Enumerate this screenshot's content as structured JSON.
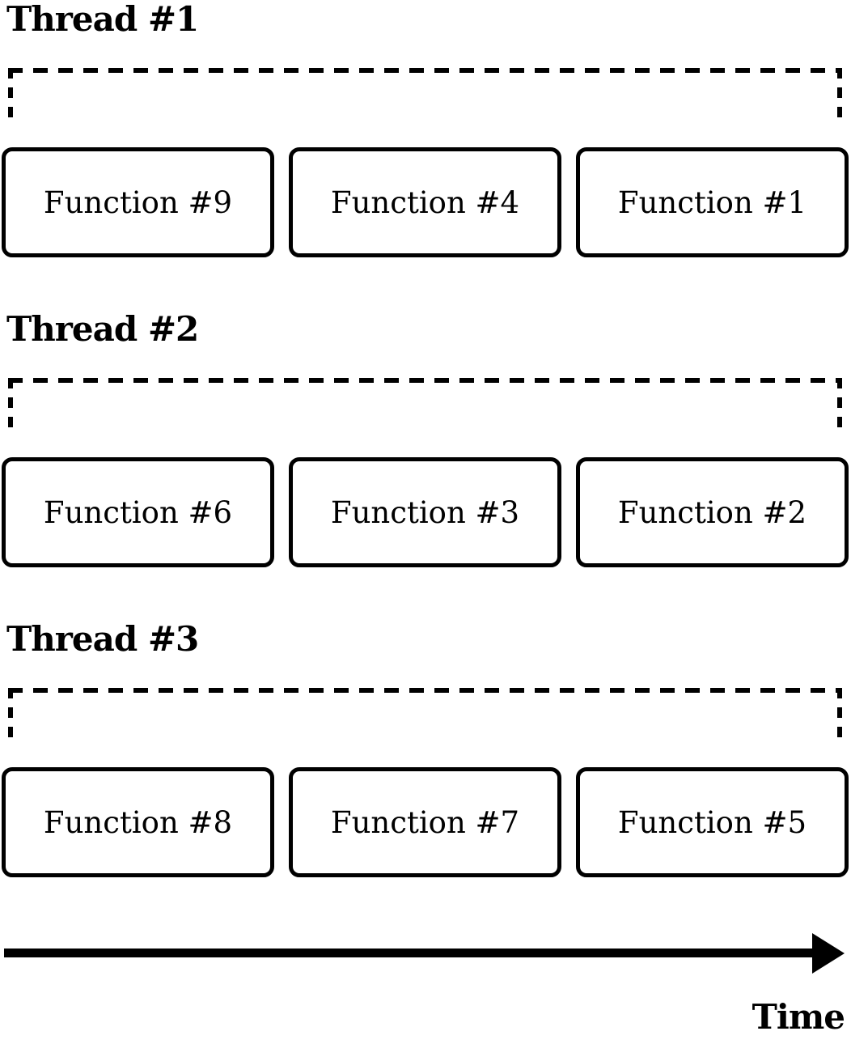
{
  "diagram": {
    "threads": [
      {
        "label": "Thread #1",
        "functions": [
          "Function #9",
          "Function #4",
          "Function #1"
        ]
      },
      {
        "label": "Thread #2",
        "functions": [
          "Function #6",
          "Function #3",
          "Function #2"
        ]
      },
      {
        "label": "Thread #3",
        "functions": [
          "Function #8",
          "Function #7",
          "Function #5"
        ]
      }
    ],
    "time_axis": {
      "label": "Time"
    },
    "colors": {
      "foreground": "#000000",
      "background": "#ffffff"
    }
  }
}
